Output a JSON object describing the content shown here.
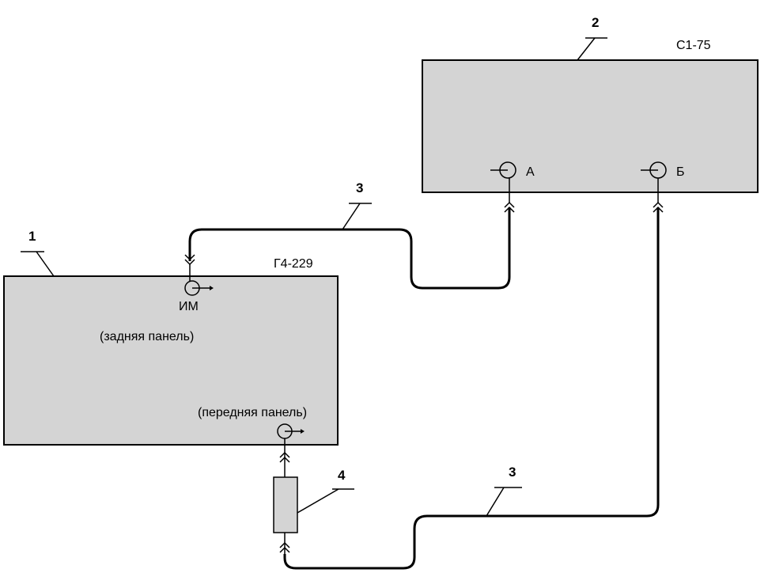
{
  "instruments": {
    "generator": {
      "number": "1",
      "model": "Г4-229",
      "port_label": "ИМ",
      "rear_panel": "(задняя панель)",
      "front_panel": "(передняя панель)"
    },
    "meter": {
      "number": "2",
      "model": "С1-75",
      "input_a": "А",
      "input_b": "Б"
    }
  },
  "cables": {
    "number_top": "3",
    "number_bottom": "3"
  },
  "attenuator": {
    "number": "4"
  },
  "colors": {
    "block_fill": "#d4d4d4",
    "line": "#000000"
  }
}
